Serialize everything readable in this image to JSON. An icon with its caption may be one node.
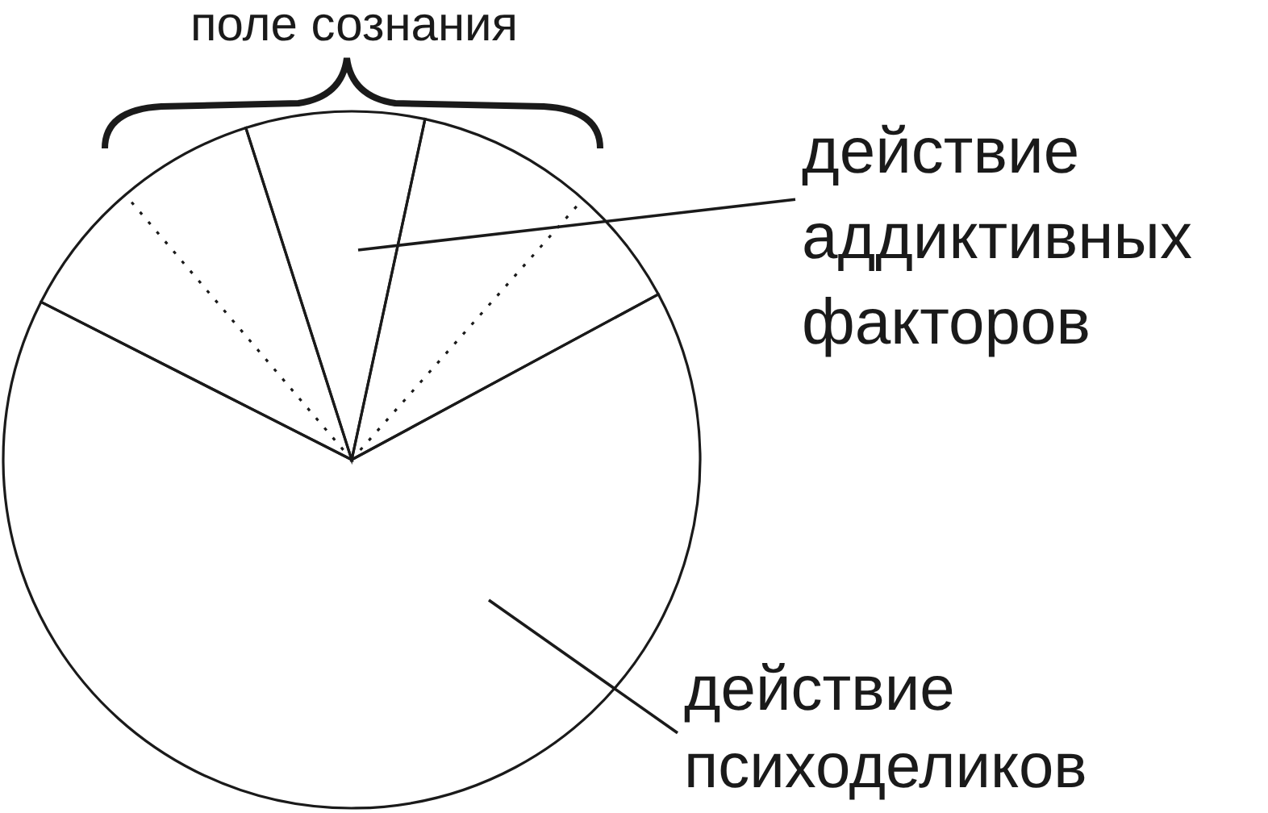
{
  "diagram": {
    "nodes": [
      {
        "text": [
          "действие аддиктивных факторов"
        ]
      },
      {
        "text": [],
        "shape": "wedge"
      },
      {
        "text": [],
        "shape": "wedge"
      },
      {
        "text": [],
        "shape": "wedge"
      },
      {
        "text": [
          "действие психоделиков"
        ]
      },
      {
        "text": [],
        "shape": "wedge"
      }
    ],
    "edges": [
      {
        "from": 0,
        "to": 2,
        "arrow": "none"
      },
      {
        "from": 4,
        "to": 5,
        "arrow": "none"
      }
    ],
    "labels": [
      "поле сознания"
    ]
  }
}
